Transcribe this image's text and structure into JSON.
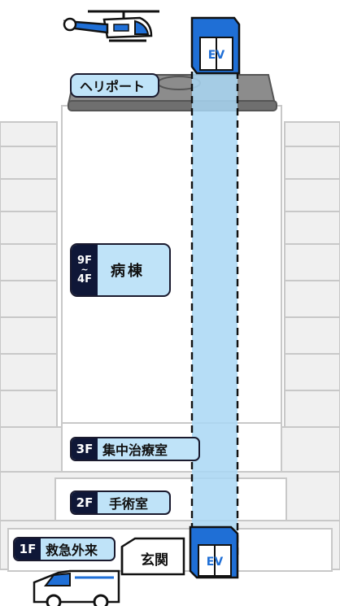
{
  "labels": {
    "heliport": "ヘリポート",
    "ward_floors_top": "9F",
    "ward_floors_sep": "~",
    "ward_floors_bottom": "4F",
    "ward": "病棟",
    "icu_floor": "3F",
    "icu": "集中治療室",
    "surgery_floor": "2F",
    "surgery": "手術室",
    "er_floor": "1F",
    "er": "救急外来",
    "entrance": "玄関",
    "elevator_top": "EV",
    "elevator_bottom": "EV"
  },
  "colors": {
    "shaft_blue": "#a9d7f5",
    "label_blue": "#bfe3f8",
    "navy": "#0f1737",
    "elevator_blue": "#1f6fd6"
  },
  "icons": [
    "helicopter-icon",
    "ambulance-icon",
    "elevator-icon"
  ]
}
